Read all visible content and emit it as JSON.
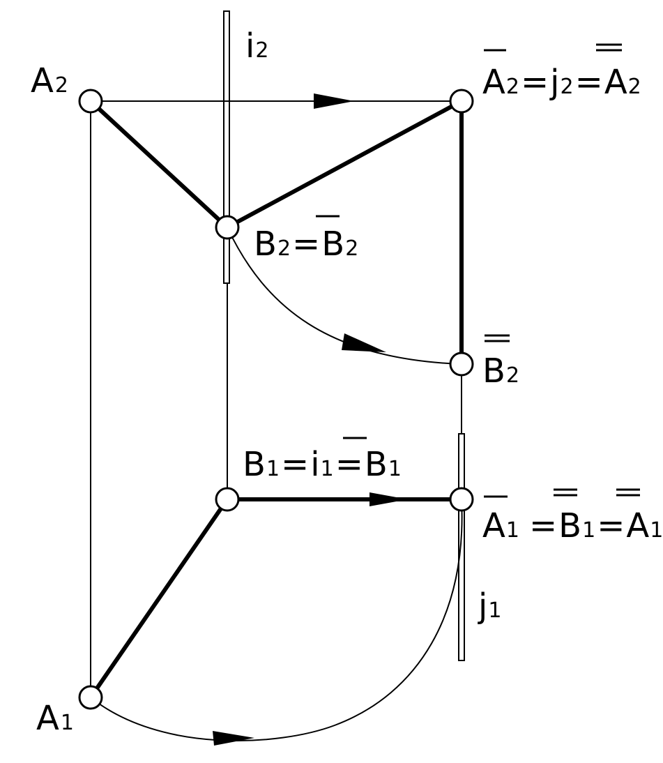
{
  "diagram": {
    "colors": {
      "ink": "#000000",
      "paper": "#ffffff"
    },
    "labels": {
      "a2": {
        "main": "A",
        "sub": "2"
      },
      "i2": {
        "main": "i",
        "sub": "2"
      },
      "a2bar": {
        "p1": "A",
        "s1": "2",
        "eq1": "=",
        "p2": "j",
        "s2": "2",
        "eq2": "=",
        "p3": "A",
        "s3": "2"
      },
      "b2bar": {
        "p1": "B",
        "s1": "2",
        "eq1": "=",
        "p2": "B",
        "s2": "2"
      },
      "b2dbar": {
        "main": "B",
        "sub": "2"
      },
      "b1": {
        "p1": "B",
        "s1": "1",
        "eq1": "=",
        "p2": "i",
        "s2": "1",
        "eq2": "=",
        "p3": "B",
        "s3": "1"
      },
      "a1bar": {
        "p1": "A",
        "s1": "1",
        "eq1": "=",
        "p2": "B",
        "s2": "1",
        "eq2": "=",
        "p3": "A",
        "s3": "1"
      },
      "j1": {
        "main": "j",
        "sub": "1"
      },
      "a1": {
        "main": "A",
        "sub": "1"
      }
    }
  }
}
